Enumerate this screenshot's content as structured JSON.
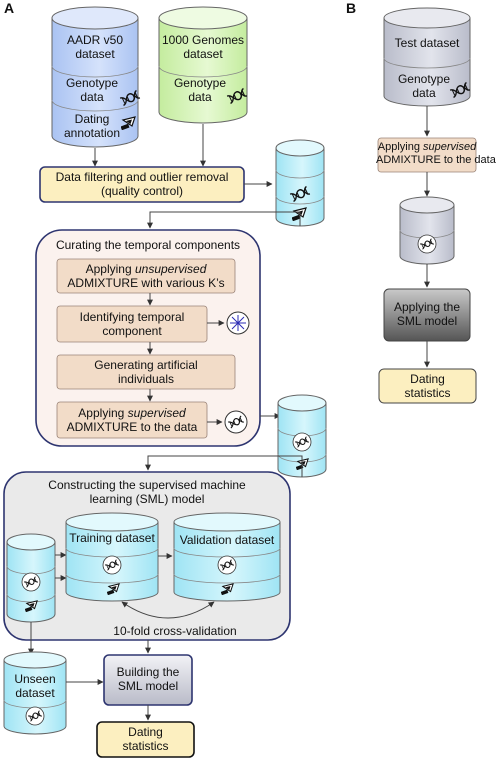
{
  "panels": {
    "a": "A",
    "b": "B"
  },
  "a": {
    "aadr": {
      "title1": "AADR v50",
      "title2": "dataset",
      "geno1": "Genotype",
      "geno2": "data",
      "dating1": "Dating",
      "dating2": "annotation"
    },
    "g1000": {
      "title1": "1000 Genomes",
      "title2": "dataset",
      "geno1": "Genotype",
      "geno2": "data"
    },
    "qc": {
      "line1": "Data filtering and outlier removal",
      "line2": "(quality control)"
    },
    "curating": {
      "title": "Curating the temporal components",
      "step1": {
        "pre": "Applying ",
        "em": "unsupervised",
        "line2": "ADMIXTURE with various K’s"
      },
      "step2": {
        "line1": "Identifying temporal",
        "line2": "component"
      },
      "step3": {
        "line1": "Generating artificial",
        "line2": "individuals"
      },
      "step4": {
        "pre": "Applying ",
        "em": "supervised",
        "line2": "ADMIXTURE to the data"
      }
    },
    "sml": {
      "title1": "Constructing the supervised machine",
      "title2": "learning (SML) model",
      "training": "Training dataset",
      "validation": "Validation dataset",
      "cv": "10-fold cross-validation"
    },
    "unseen": {
      "line1": "Unseen",
      "line2": "dataset"
    },
    "build": {
      "line1": "Building the",
      "line2": "SML model"
    },
    "dating": {
      "line1": "Dating",
      "line2": "statistics"
    }
  },
  "b": {
    "test": {
      "title": "Test dataset",
      "geno1": "Genotype",
      "geno2": "data"
    },
    "apply": {
      "line1": "Applying ",
      "em": "supervised",
      "line2": "ADMIXTURE to the data"
    },
    "sml": {
      "line1": "Applying the",
      "line2": "SML model"
    },
    "dating": {
      "line1": "Dating",
      "line2": "statistics"
    }
  },
  "colors": {
    "blue_cyl": "#c8d8f8",
    "green_cyl": "#dcf5c0",
    "cyan_cyl": "#c4f0fa",
    "gray_cyl": "#d6d8e2",
    "yellow_box": "#fcefc0",
    "step_box": "#f2dcc8",
    "curating_bg": "#fbf2ee",
    "sml_bg": "#eaeaea",
    "navy_border": "#2e3570"
  }
}
